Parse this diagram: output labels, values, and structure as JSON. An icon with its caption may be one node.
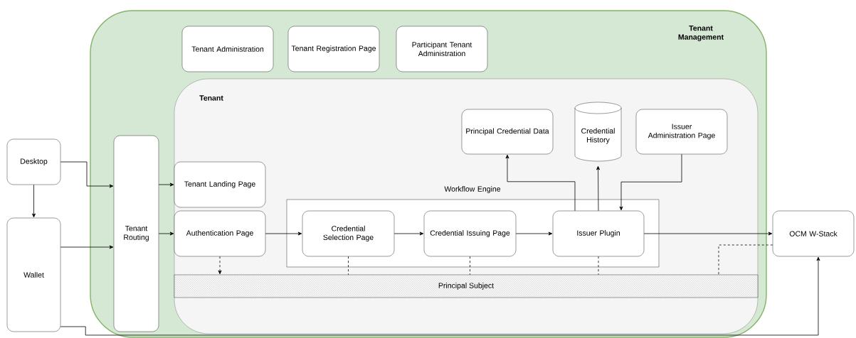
{
  "diagram": {
    "nodes": [
      {
        "text": [
          "Tenant Management"
        ]
      },
      {
        "text": [
          "Tenant Administration"
        ],
        "in": 0
      },
      {
        "text": [
          "Tenant Registration Page"
        ],
        "in": 0
      },
      {
        "text": [
          "Participant Tenant Administration"
        ],
        "in": 0
      },
      {
        "text": [
          "Tenant"
        ],
        "in": 0
      },
      {
        "text": [
          "Principal Credential Data"
        ],
        "in": 4
      },
      {
        "text": [
          "Credential History"
        ],
        "in": 4
      },
      {
        "text": [
          "Issuer Administration Page"
        ],
        "in": 4
      },
      {
        "text": [
          "Desktop"
        ]
      },
      {
        "text": [
          "Tenant Routing"
        ],
        "in": 0
      },
      {
        "text": [
          "Tenant Landing Page"
        ],
        "in": 4
      },
      {
        "text": [
          "Workflow Engine"
        ],
        "in": 4
      },
      {
        "text": [
          "Authentication Page"
        ],
        "in": 4
      },
      {
        "text": [
          "Credential Selection Page"
        ],
        "in": 11
      },
      {
        "text": [
          "Credential Issuing Page"
        ],
        "in": 11
      },
      {
        "text": [
          "Issuer Plugin"
        ],
        "in": 11
      },
      {
        "text": [
          "OCM W-Stack"
        ]
      },
      {
        "text": [
          "Wallet"
        ]
      },
      {
        "text": [
          "Principal Subject"
        ],
        "in": 4
      }
    ],
    "edges": [
      {
        "from": 8,
        "to": 9,
        "arrow": "to"
      },
      {
        "from": 8,
        "to": 17,
        "arrow": "to"
      },
      {
        "from": 17,
        "to": 9,
        "arrow": "to"
      },
      {
        "from": 9,
        "to": 10,
        "arrow": "to"
      },
      {
        "from": 9,
        "to": 12,
        "arrow": "to"
      },
      {
        "from": 12,
        "to": 13,
        "arrow": "to"
      },
      {
        "from": 13,
        "to": 14,
        "arrow": "to"
      },
      {
        "from": 14,
        "to": 15,
        "arrow": "to"
      },
      {
        "from": 15,
        "to": 16,
        "arrow": "to"
      },
      {
        "from": 15,
        "to": 5,
        "arrow": "to"
      },
      {
        "from": 15,
        "to": 6,
        "arrow": "to"
      },
      {
        "from": 7,
        "to": 15,
        "arrow": "to"
      },
      {
        "from": 12,
        "to": 18,
        "arrow": "to",
        "style": "dashed"
      },
      {
        "from": 13,
        "to": 18,
        "arrow": "none",
        "style": "dashed"
      },
      {
        "from": 14,
        "to": 18,
        "arrow": "none",
        "style": "dashed"
      },
      {
        "from": 15,
        "to": 18,
        "arrow": "none",
        "style": "dashed"
      },
      {
        "from": 16,
        "to": 18,
        "arrow": "none",
        "style": "dashed"
      },
      {
        "from": 17,
        "to": 16,
        "arrow": "to"
      }
    ]
  }
}
